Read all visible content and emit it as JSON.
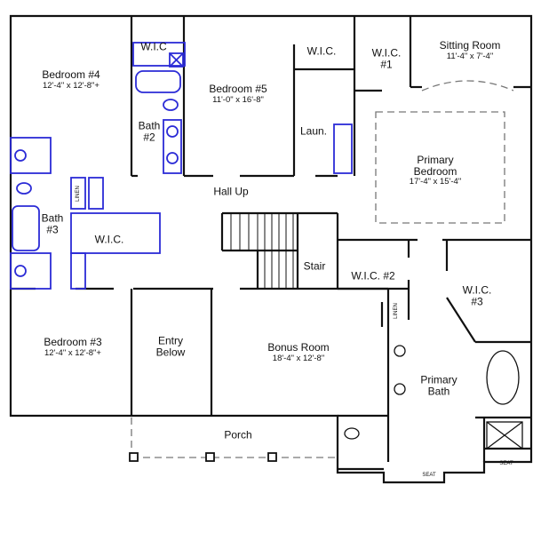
{
  "plan": {
    "colors": {
      "wall": "#111111",
      "plumbing": "#2b2bd6",
      "dashed": "#777777",
      "background": "#ffffff"
    },
    "rooms": [
      {
        "id": "bedroom4",
        "name": "Bedroom #4",
        "dims": "12'-4\" x 12'-8\"+"
      },
      {
        "id": "bedroom5",
        "name": "Bedroom #5",
        "dims": "11'-0\" x 16'-8\""
      },
      {
        "id": "wic_top_left",
        "name": "W.I.C"
      },
      {
        "id": "wic_top_mid",
        "name": "W.I.C."
      },
      {
        "id": "wic1",
        "name": "W.I.C.",
        "sub": "#1"
      },
      {
        "id": "sitting",
        "name": "Sitting Room",
        "dims": "11'-4\" x 7'-4\""
      },
      {
        "id": "bath2",
        "name": "Bath",
        "sub": "#2"
      },
      {
        "id": "laundry",
        "name": "Laun."
      },
      {
        "id": "primary_bed",
        "name": "Primary",
        "name2": "Bedroom",
        "dims": "17'-4\" x 15'-4\""
      },
      {
        "id": "hall",
        "name": "Hall Up"
      },
      {
        "id": "bath3",
        "name": "Bath",
        "sub": "#3"
      },
      {
        "id": "wic_mid",
        "name": "W.I.C."
      },
      {
        "id": "stair",
        "name": "Stair"
      },
      {
        "id": "wic2",
        "name": "W.I.C. #2"
      },
      {
        "id": "wic3",
        "name": "W.I.C.",
        "sub": "#3"
      },
      {
        "id": "bedroom3",
        "name": "Bedroom #3",
        "dims": "12'-4\" x 12'-8\"+"
      },
      {
        "id": "entry",
        "name": "Entry",
        "name2": "Below"
      },
      {
        "id": "bonus",
        "name": "Bonus Room",
        "dims": "18'-4\" x 12'-8\""
      },
      {
        "id": "primary_bath",
        "name": "Primary",
        "name2": "Bath"
      },
      {
        "id": "porch",
        "name": "Porch"
      }
    ],
    "small_labels": {
      "linen_left": "LINEN",
      "linen_right": "LINEN",
      "seat_bottom": "SEAT",
      "seat_shower": "SEAT"
    }
  }
}
